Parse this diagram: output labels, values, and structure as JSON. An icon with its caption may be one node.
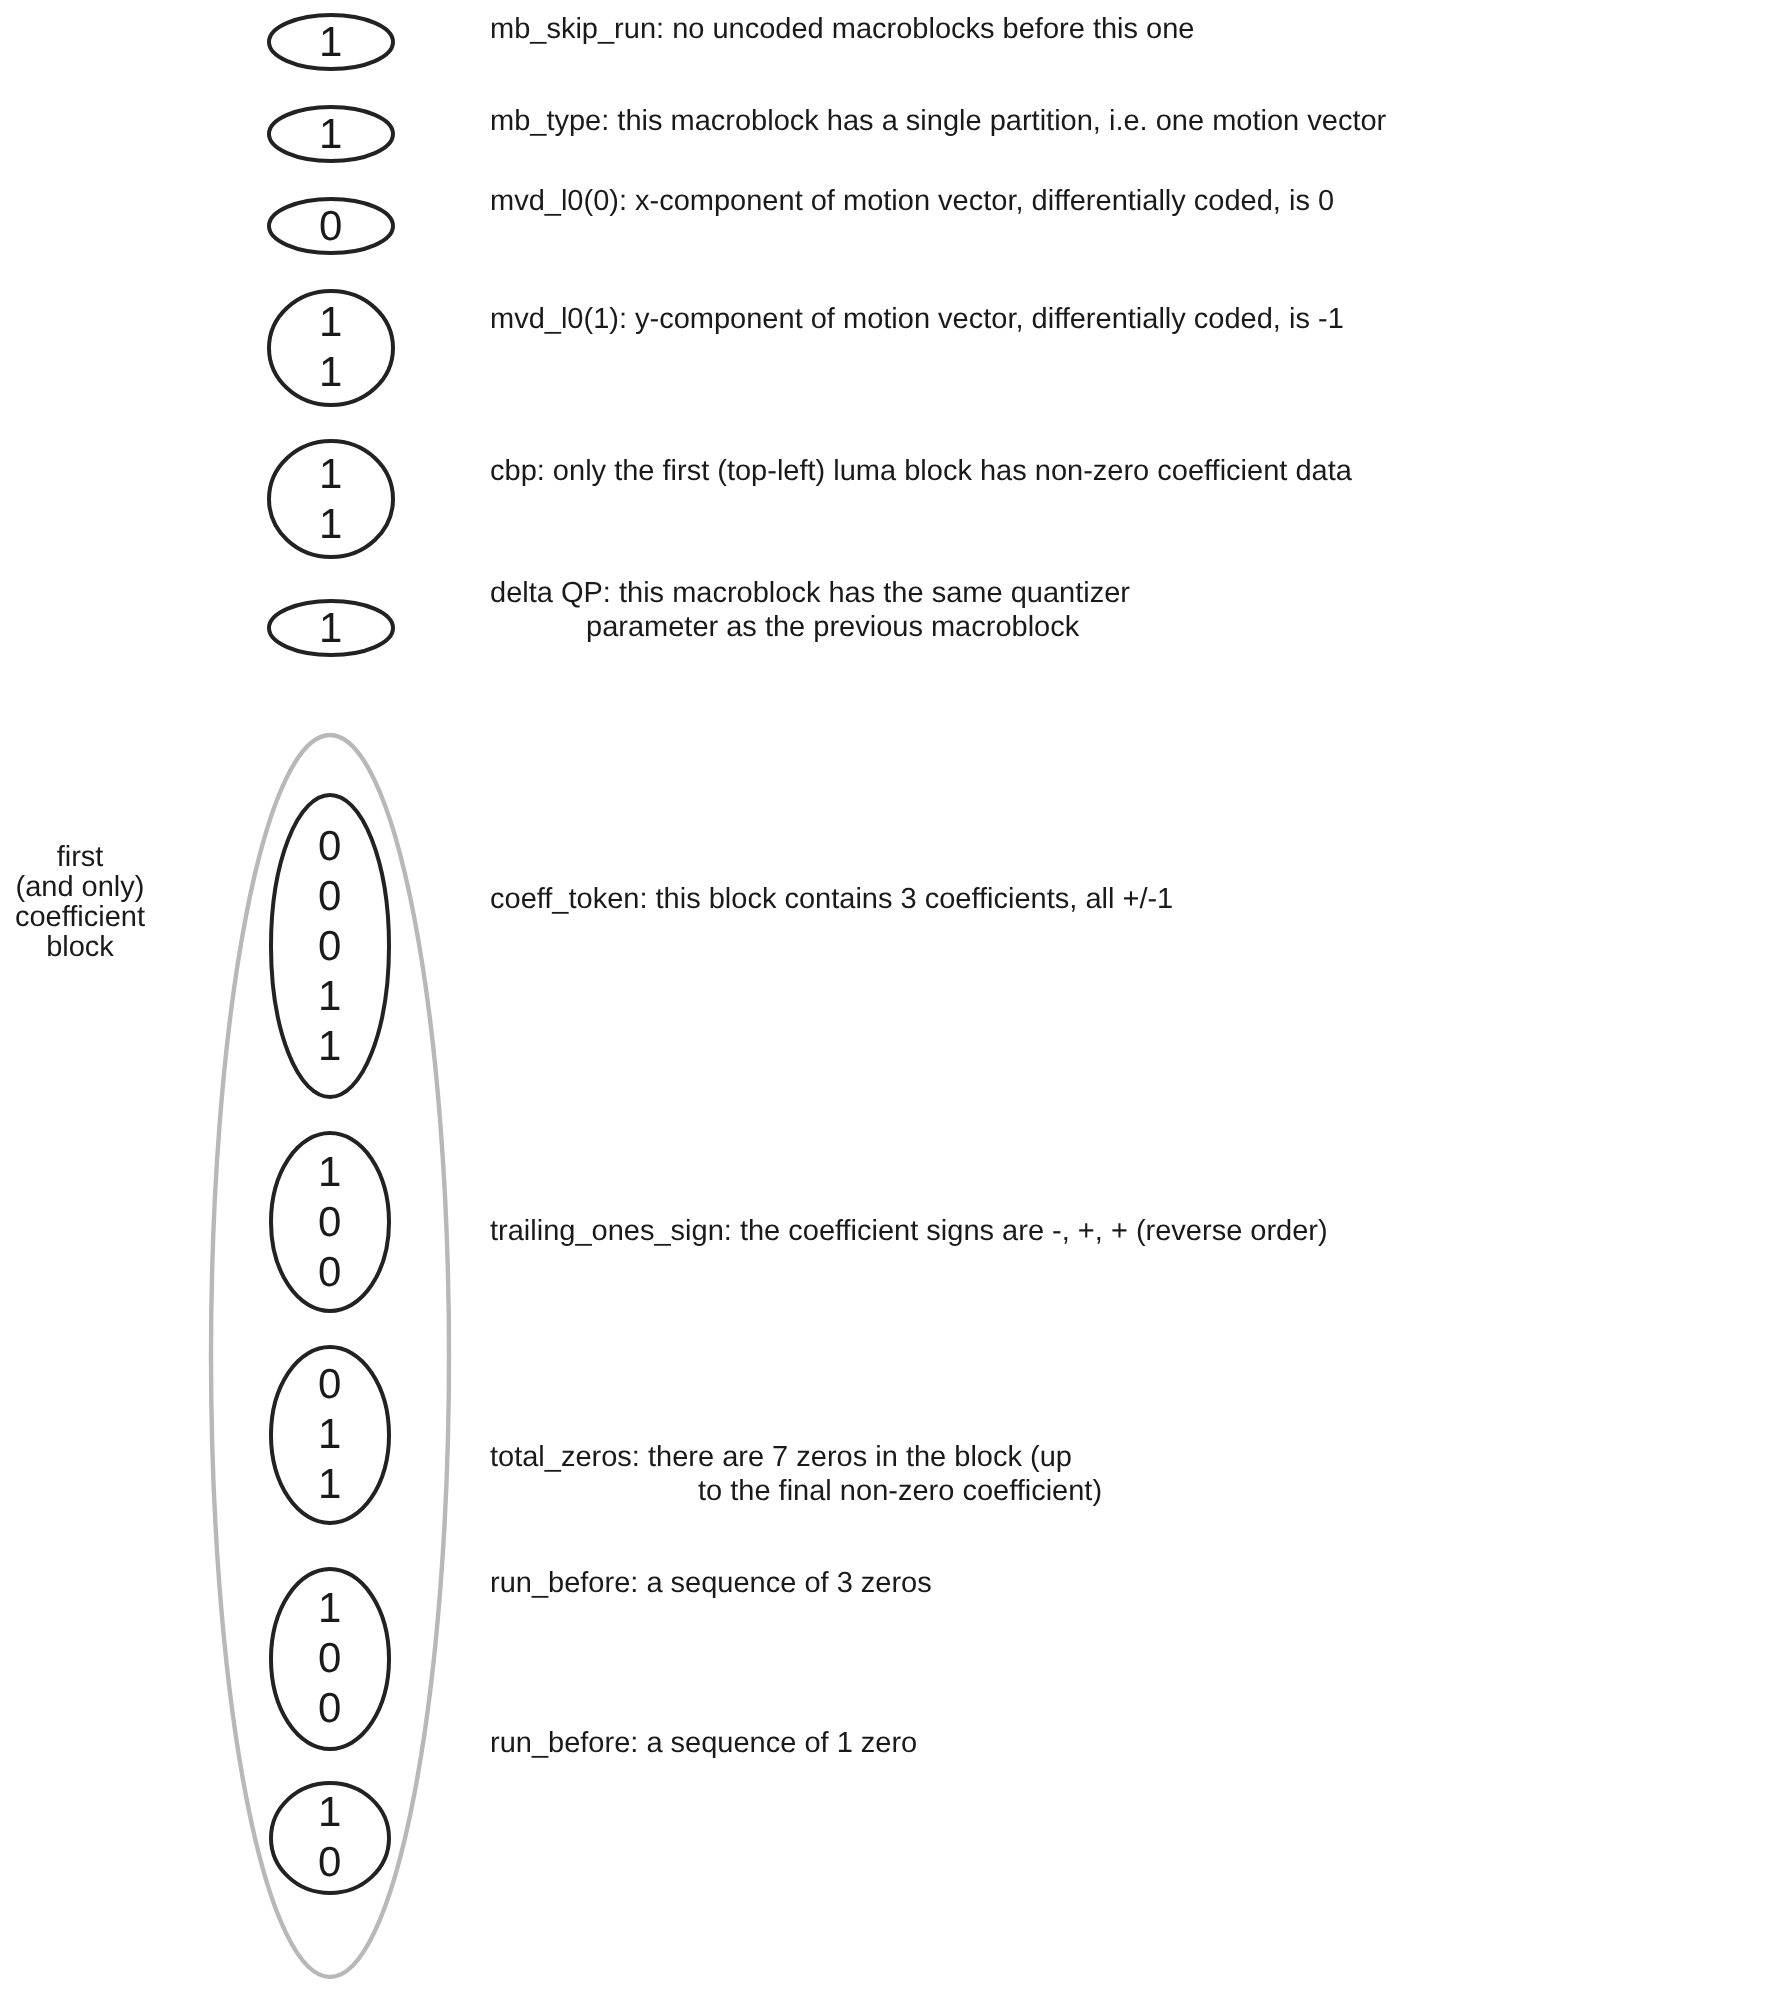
{
  "diagram": {
    "nodes": [
      {
        "text": [
          "1"
        ]
      },
      {
        "text": [
          "1"
        ]
      },
      {
        "text": [
          "0"
        ]
      },
      {
        "text": [
          "1 1"
        ]
      },
      {
        "text": [
          "1 1"
        ]
      },
      {
        "text": [
          "1"
        ]
      },
      {
        "text": [
          "first (and only) coefficient block"
        ]
      },
      {
        "text": [
          "0 0 0 1 1"
        ],
        "in": 6
      },
      {
        "text": [
          "1 0 0"
        ],
        "in": 6
      },
      {
        "text": [
          "0 1 1"
        ],
        "in": 6
      },
      {
        "text": [
          "1 0 0"
        ],
        "in": 6
      },
      {
        "text": [
          "1 0"
        ],
        "in": 6
      }
    ],
    "edges": [],
    "labels": [
      "mb_skip_run: no uncoded macroblocks before this one",
      "mb_type: this macroblock has a single partition, i.e. one motion vector",
      "mvd_l0(0): x-component of motion vector, differentially coded, is 0",
      "mvd_l0(1): y-component of motion vector, differentially coded, is -1",
      "cbp: only the first (top-left) luma block has non-zero coefficient data",
      "delta QP: this macroblock has the same quantizer parameter as the previous macroblock",
      "coeff_token: this block contains 3 coefficients, all +/-1",
      "trailing_ones_sign: the coefficient signs are -, +, + (reverse order)",
      "total_zeros: there are 7 zeros in the block (up to the final non-zero coefficient)",
      "run_before: a sequence of 3 zeros",
      "run_before: a sequence of 1 zero"
    ]
  }
}
